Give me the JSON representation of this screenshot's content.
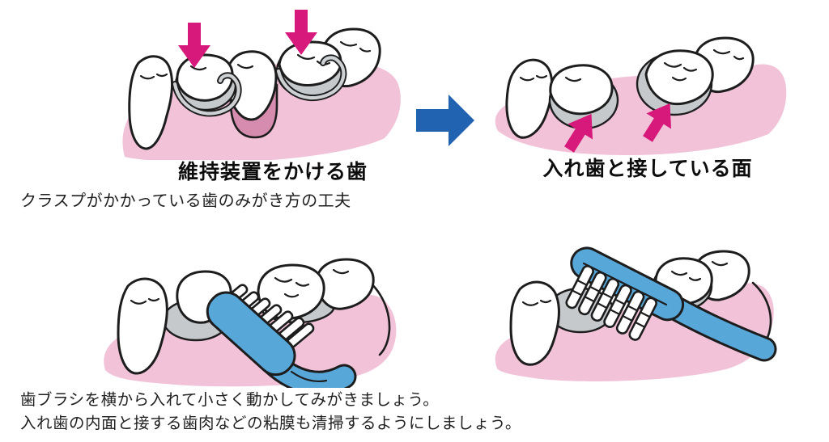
{
  "panels": {
    "clasp_teeth": {
      "caption": "維持装置をかける歯"
    },
    "denture_contact": {
      "caption": "入れ歯と接している面"
    },
    "subtitle": "クラスプがかかっている歯のみがき方の工夫",
    "notes": [
      "歯ブラシを横から入れて小さく動かしてみがきましょう。",
      "入れ歯の内面と接する歯肉などの粘膜も清掃するようにしましょう。"
    ]
  },
  "icons": {
    "pressure_down_arrow": "magenta-down-arrow",
    "contact_up_arrow": "magenta-up-arrow",
    "transition_right_arrow": "blue-right-arrow"
  },
  "colors": {
    "page_bg": "#ffffff",
    "gum_pink": "#f1c2d8",
    "saddle_pink": "#d68cae",
    "tooth_white": "#ffffff",
    "shadow_gray": "#c6c9cc",
    "clasp_gray": "#ced1d4",
    "outline_black": "#1d1d1d",
    "arrow_magenta": "#d6197b",
    "arrow_blue": "#2163b1",
    "brush_blue": "#57a7d9",
    "text_dark": "#1f1f1f"
  }
}
